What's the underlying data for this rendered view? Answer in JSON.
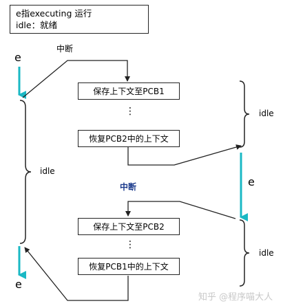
{
  "legend": {
    "line1": "e指executing 运行",
    "line2": "idle：就绪"
  },
  "labels": {
    "e": "e",
    "idle": "idle",
    "interrupt": "中断",
    "dots": "⋮"
  },
  "boxes": {
    "save1": "保存上下文至PCB1",
    "restore2": "恢复PCB2中的上下文",
    "save2": "保存上下文至PCB2",
    "restore1": "恢复PCB1中的上下文"
  },
  "watermark": "知乎 @程序喵大人",
  "colors": {
    "cyan_arrow": "#1ab8c4",
    "interrupt_label": "#1a3a8c",
    "line": "#222222"
  }
}
